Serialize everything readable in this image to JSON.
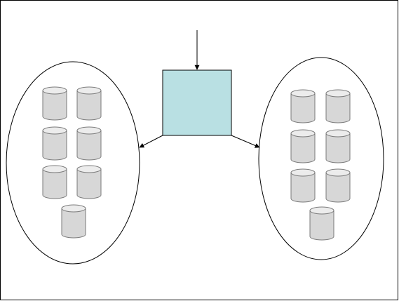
{
  "diagram": {
    "colors": {
      "background": "#ffffff",
      "border": "#000000",
      "stroke": "#000000",
      "node_fill": "#b9e0e3",
      "cylinder_body": "#d7d7d7",
      "cylinder_top": "#ececec",
      "cylinder_stroke": "#7a7a7a"
    },
    "nodes": [
      {
        "id": "central-node",
        "shape": "rectangle",
        "label": ""
      },
      {
        "id": "left-cluster",
        "shape": "ellipse",
        "label": "",
        "database_count": 7
      },
      {
        "id": "right-cluster",
        "shape": "ellipse",
        "label": "",
        "database_count": 7
      }
    ],
    "edges": [
      {
        "from": "external-input",
        "to": "central-node",
        "arrow": "end"
      },
      {
        "from": "central-node",
        "to": "left-cluster",
        "arrow": "end"
      },
      {
        "from": "central-node",
        "to": "right-cluster",
        "arrow": "end"
      }
    ],
    "database_icon": "database-cylinder-icon"
  }
}
